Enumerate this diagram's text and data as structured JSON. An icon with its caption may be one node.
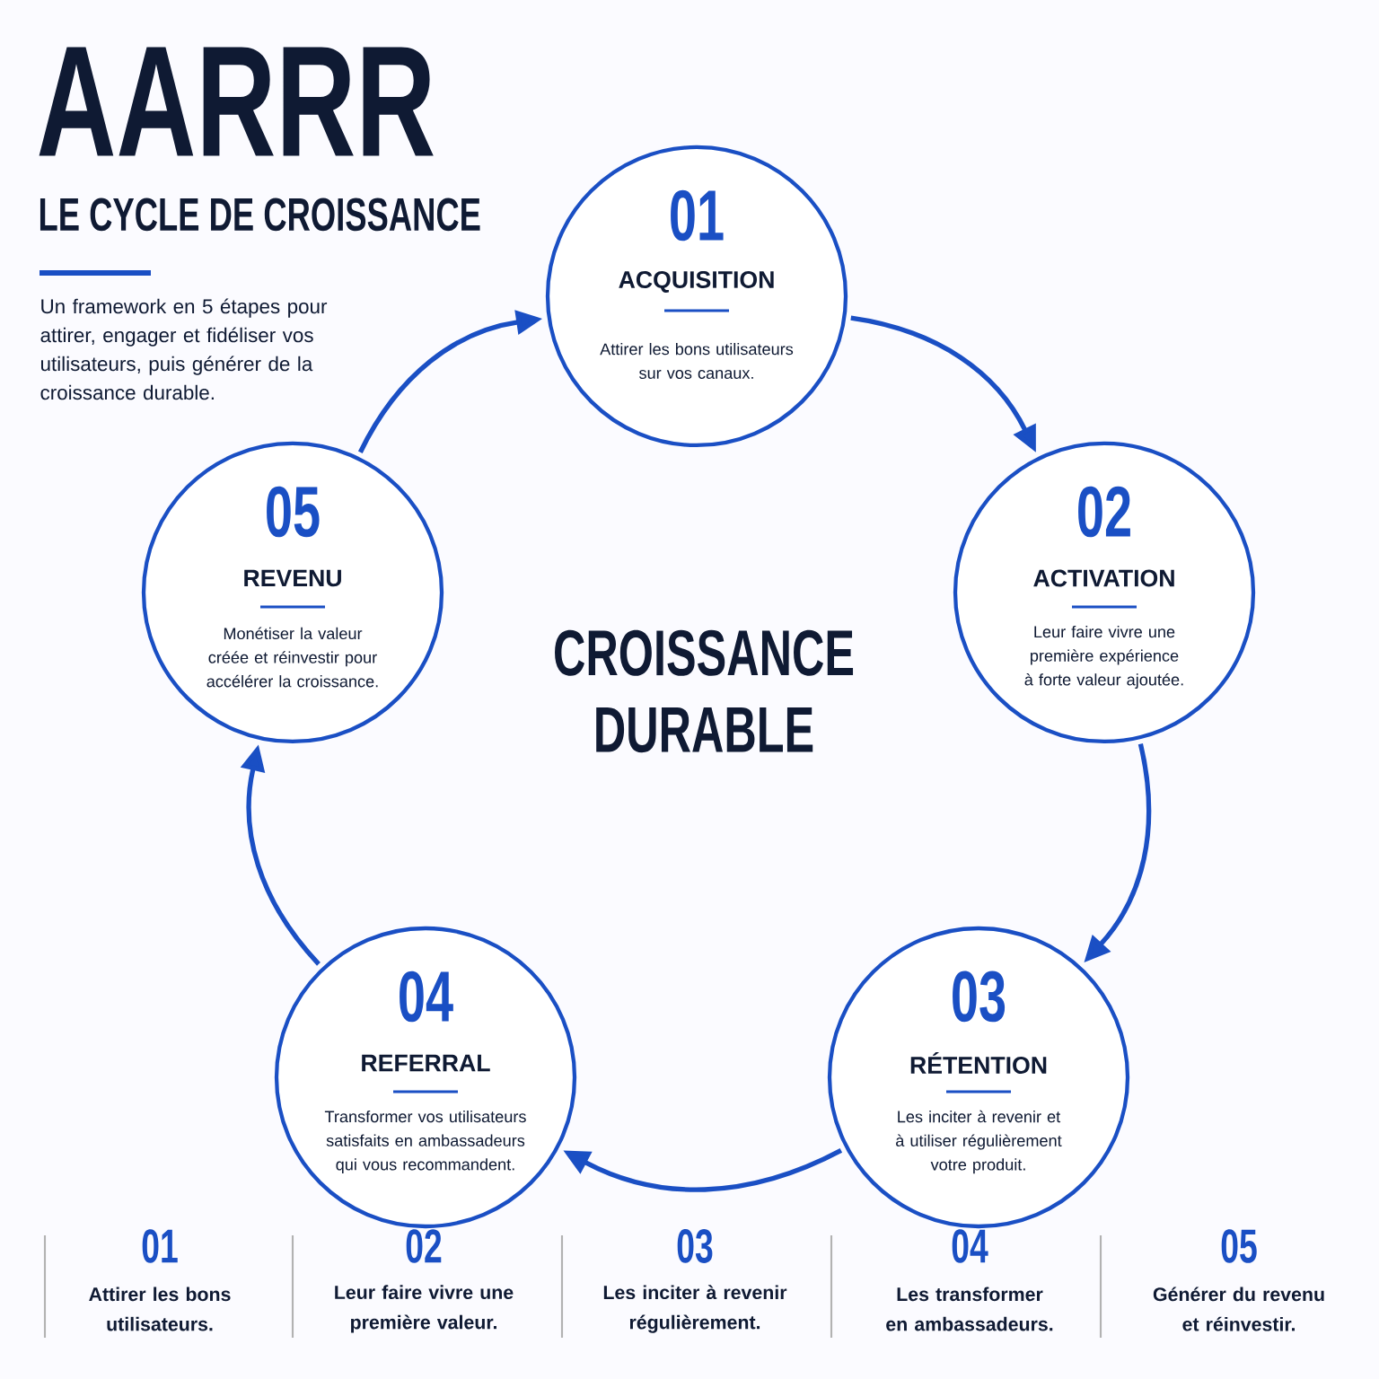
{
  "diagram": {
    "title": "AARRR",
    "nodes": [
      {
        "text": [
          "01",
          "ACQUISITION",
          "Attirer les bons utilisateurs sur vos canaux."
        ]
      },
      {
        "text": [
          "02",
          "ACTIVATION",
          "Leur faire vivre une première expérience à forte valeur ajoutée."
        ]
      },
      {
        "text": [
          "03",
          "RÉTENTION",
          "Les inciter à revenir et à utiliser régulièrement votre produit."
        ]
      },
      {
        "text": [
          "04",
          "REFERRAL",
          "Transformer vos utilisateurs satisfaits en ambassadeurs qui vous recommandent."
        ]
      },
      {
        "text": [
          "05",
          "REVENU",
          "Monétiser la valeur créée et réinvestir pour accélérer la croissance."
        ]
      }
    ],
    "edges": [
      {
        "from": 0,
        "to": 1,
        "arrow": "to"
      },
      {
        "from": 1,
        "to": 2,
        "arrow": "to"
      },
      {
        "from": 2,
        "to": 3,
        "arrow": "to"
      },
      {
        "from": 3,
        "to": 4,
        "arrow": "to"
      },
      {
        "from": 4,
        "to": 0,
        "arrow": "to"
      }
    ],
    "labels": [
      "LE CYCLE DE CROISSANCE",
      "Un framework en 5 étapes pour attirer, engager et fidéliser vos utilisateurs, puis générer de la croissance durable.",
      "CROISSANCE DURABLE",
      "01",
      "Attirer les bons utilisateurs.",
      "02",
      "Leur faire vivre une première valeur.",
      "03",
      "Les inciter à revenir régulièrement.",
      "04",
      "Les transformer en ambassadeurs.",
      "05",
      "Générer du revenu et réinvestir."
    ]
  }
}
